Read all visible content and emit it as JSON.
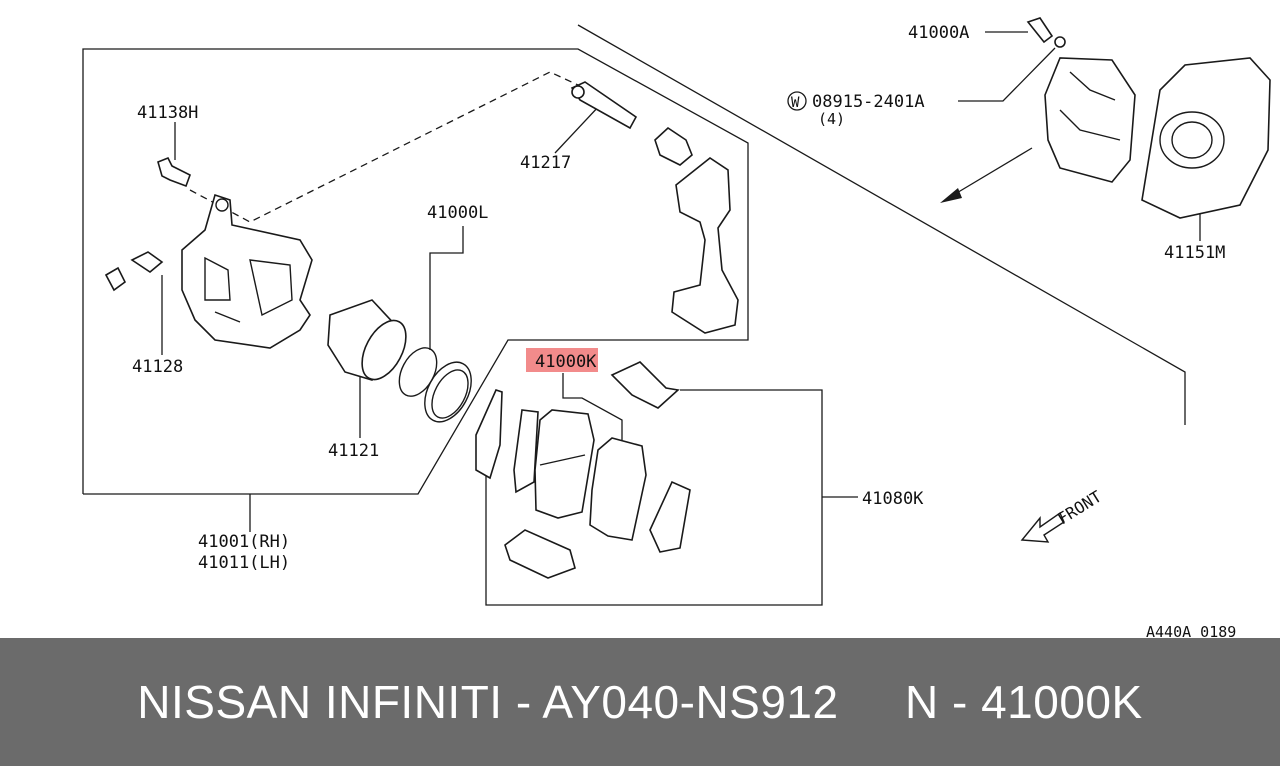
{
  "labels": {
    "p41000A": "41000A",
    "washer_mark": "W",
    "p08915": "08915-2401A",
    "p08915_qty": "(4)",
    "p41138H": "41138H",
    "p41217": "41217",
    "p41000L": "41000L",
    "p41128": "41128",
    "p41121": "41121",
    "p41000K": "41000K",
    "p41080K": "41080K",
    "p41151M": "41151M",
    "p41001": "41001(RH)",
    "p41011": "41011(LH)",
    "front": "FRONT",
    "ref_code": "A440A 0189"
  },
  "highlight": {
    "label": "41000K",
    "color": "#f28b8b"
  },
  "footer": {
    "text": "NISSAN INFINITI - AY040-NS912     N - 41000K"
  },
  "colors": {
    "footer_bg": "#6b6b6b",
    "line": "#1a1a1a"
  }
}
